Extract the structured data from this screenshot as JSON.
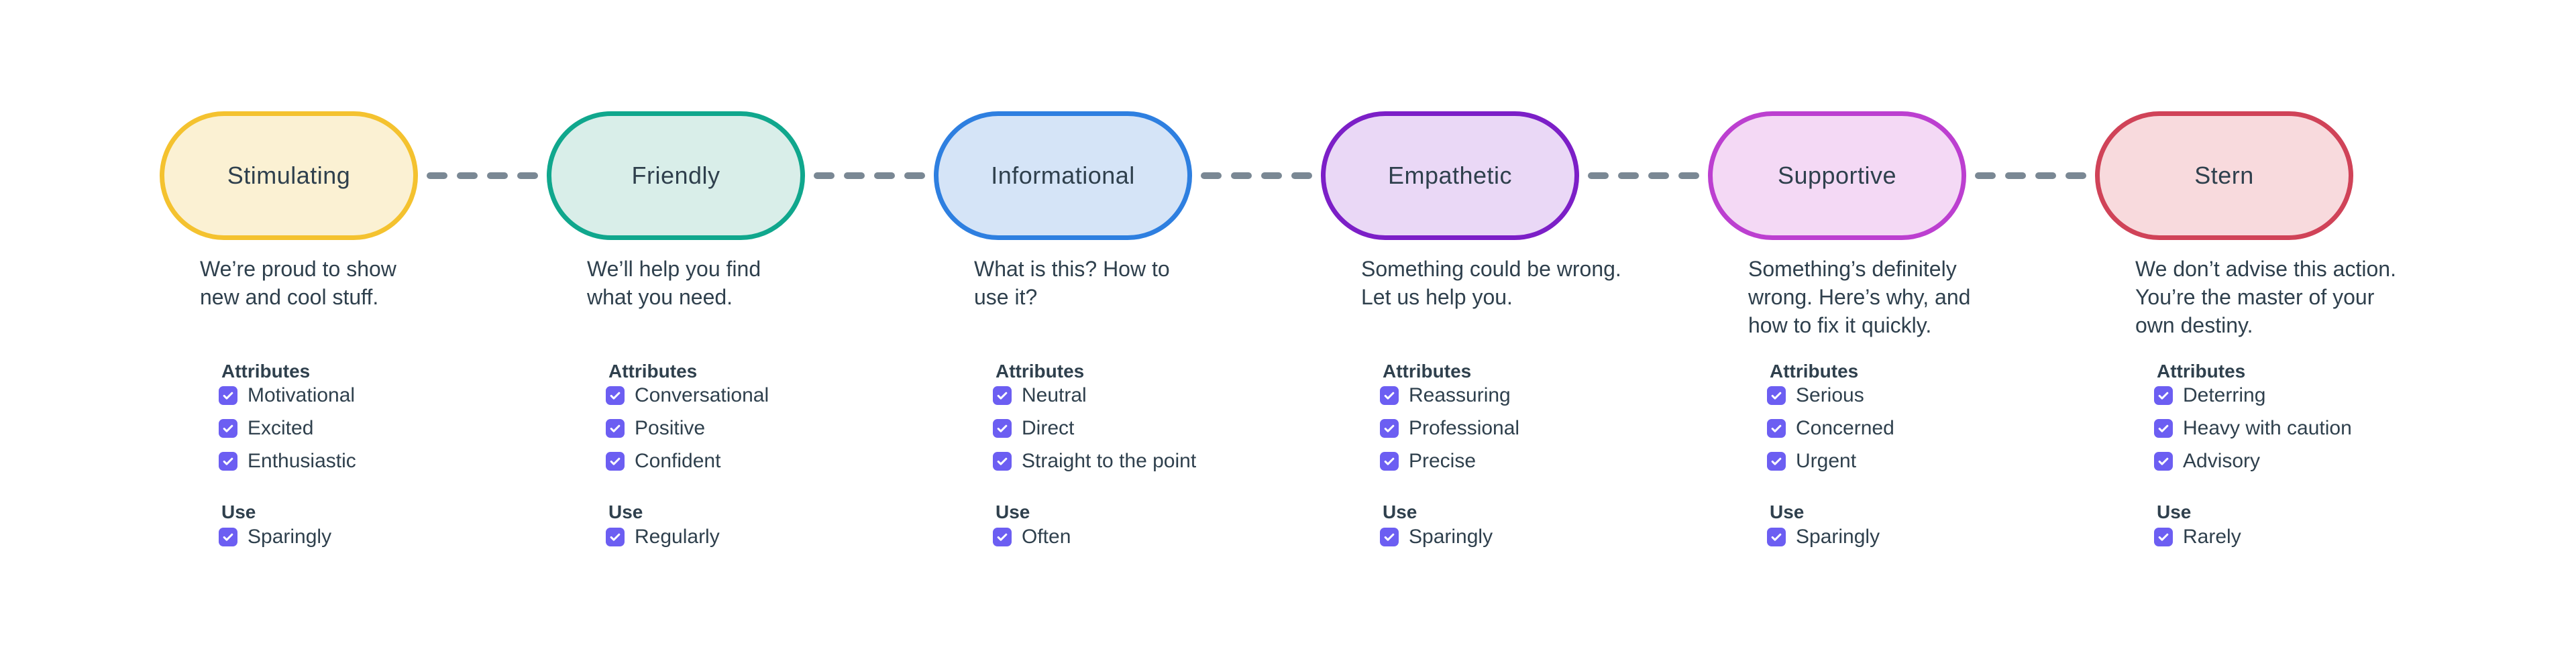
{
  "palette": {
    "background": "#FFFFFF",
    "text": "#2F404D",
    "dash": "#7A8894",
    "checkbox": "#6C5EF2"
  },
  "labels": {
    "attributes_heading": "Attributes",
    "use_heading": "Use"
  },
  "tones": [
    {
      "name": "Stimulating",
      "border_color": "#F4C22F",
      "fill_color": "#FBF1D3",
      "description": "We’re proud to show\nnew and cool stuff.",
      "attributes": [
        "Motivational",
        "Excited",
        "Enthusiastic"
      ],
      "attributes_checked": [
        true,
        true,
        true
      ],
      "use": "Sparingly",
      "use_checked": true
    },
    {
      "name": "Friendly",
      "border_color": "#10A78D",
      "fill_color": "#D9EEE9",
      "description": "We’ll help you find\nwhat you need.",
      "attributes": [
        "Conversational",
        "Positive",
        "Confident"
      ],
      "attributes_checked": [
        true,
        true,
        true
      ],
      "use": "Regularly",
      "use_checked": true
    },
    {
      "name": "Informational",
      "border_color": "#2E7FE0",
      "fill_color": "#D5E4F7",
      "description": "What is this? How to\nuse it?",
      "attributes": [
        "Neutral",
        "Direct",
        "Straight to the point"
      ],
      "attributes_checked": [
        true,
        true,
        true
      ],
      "use": "Often",
      "use_checked": true
    },
    {
      "name": "Empathetic",
      "border_color": "#7C1FC7",
      "fill_color": "#EAD8F6",
      "description": "Something could be wrong.\nLet us help you.",
      "attributes": [
        "Reassuring",
        "Professional",
        "Precise"
      ],
      "attributes_checked": [
        true,
        true,
        true
      ],
      "use": "Sparingly",
      "use_checked": true
    },
    {
      "name": "Supportive",
      "border_color": "#BC3FD0",
      "fill_color": "#F4D9F5",
      "description": "Something’s definitely\nwrong. Here’s why, and\nhow to fix it quickly.",
      "attributes": [
        "Serious",
        "Concerned",
        "Urgent"
      ],
      "attributes_checked": [
        true,
        true,
        true
      ],
      "use": "Sparingly",
      "use_checked": true
    },
    {
      "name": "Stern",
      "border_color": "#D04358",
      "fill_color": "#F8DADD",
      "description": "We don’t advise this action.\nYou’re the master of your\nown destiny.",
      "attributes": [
        "Deterring",
        "Heavy with caution",
        "Advisory"
      ],
      "attributes_checked": [
        true,
        true,
        true
      ],
      "use": "Rarely",
      "use_checked": true
    }
  ]
}
